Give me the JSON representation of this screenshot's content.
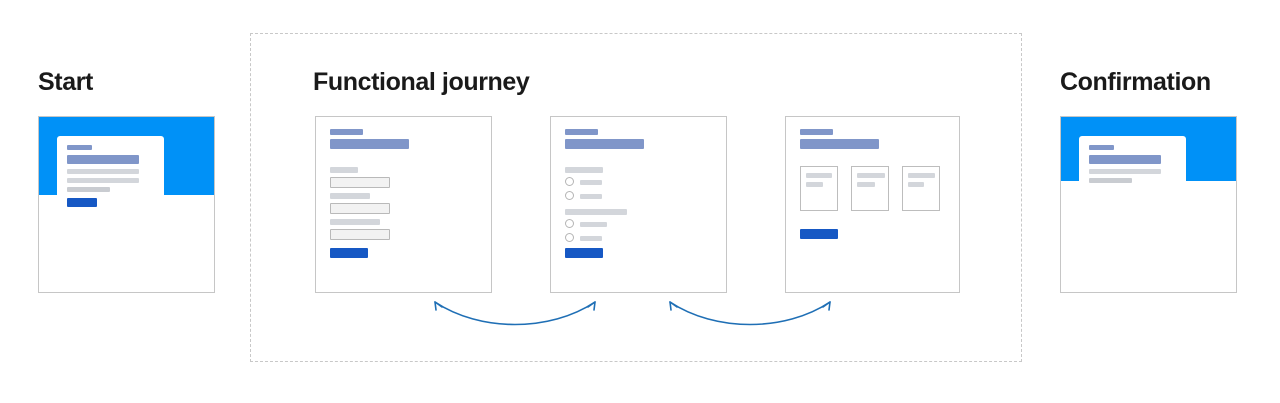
{
  "sections": {
    "start": {
      "title": "Start"
    },
    "journey": {
      "title": "Functional journey"
    },
    "confirmation": {
      "title": "Confirmation"
    }
  },
  "colors": {
    "hero_band_blue": "#0091f7",
    "primary_button_blue": "#1658c4",
    "accent_bar": "#8096c9",
    "placeholder_grey": "#d3d6db",
    "card_border": "#c6c6c6",
    "dashed_frame": "#c8c8c8",
    "arrow_blue": "#1f6fb5",
    "heading_text": "#1a1a1a"
  },
  "start_card": {
    "name": "start-screen-wireframe",
    "has_hero_band": true,
    "has_submit_button": true,
    "panel_bars": [
      "accent-short",
      "accent-long",
      "grey-line",
      "grey-line",
      "grey-line-short"
    ],
    "button": "primary-submit"
  },
  "confirmation_card": {
    "name": "confirmation-screen-wireframe",
    "has_hero_band": true,
    "has_submit_button": false,
    "panel_bars": [
      "accent-short",
      "accent-long",
      "grey-line",
      "grey-line-short"
    ]
  },
  "journey_cards": [
    {
      "name": "form-input-screen",
      "type": "text-fields",
      "header_bars": [
        "accent-short",
        "accent-long"
      ],
      "fields": [
        {
          "label_width": 48,
          "input": true
        },
        {
          "label_width": 60,
          "input": true
        },
        {
          "label_width": 72,
          "input": true
        }
      ],
      "button": "primary-submit"
    },
    {
      "name": "radio-choice-screen",
      "type": "radio-groups",
      "header_bars": [
        "accent-short",
        "accent-long"
      ],
      "groups": [
        {
          "label_width": 56,
          "options": [
            {
              "width": 22
            },
            {
              "width": 22
            }
          ]
        },
        {
          "label_width": 85,
          "options": [
            {
              "width": 27
            },
            {
              "width": 22
            }
          ]
        }
      ],
      "button": "primary-submit"
    },
    {
      "name": "tile-selection-screen",
      "type": "option-tiles",
      "header_bars": [
        "accent-short",
        "accent-long"
      ],
      "tiles": [
        {
          "bars": [
            26,
            17
          ]
        },
        {
          "bars": [
            28,
            18
          ]
        },
        {
          "bars": [
            27,
            16
          ]
        }
      ],
      "button": "primary-submit"
    }
  ],
  "arrows": [
    {
      "name": "bidirectional-arrow-step1-step2",
      "direction": "both",
      "style": "curved"
    },
    {
      "name": "bidirectional-arrow-step2-step3",
      "direction": "both",
      "style": "curved"
    }
  ]
}
